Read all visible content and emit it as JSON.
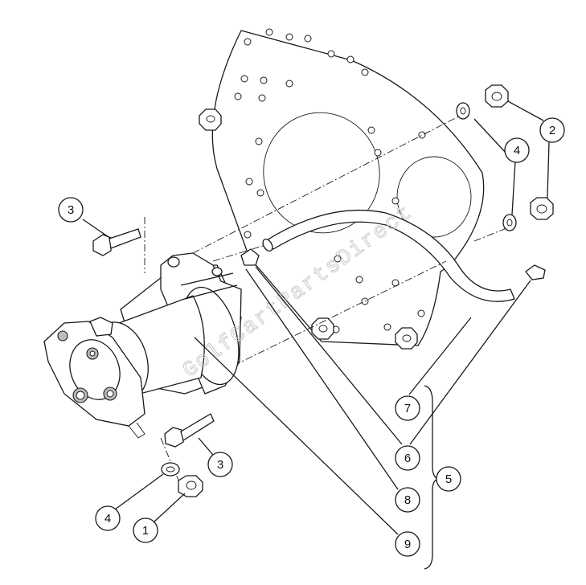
{
  "diagram": {
    "watermark": "GolfCartPartsDirect",
    "callouts": [
      {
        "id": "c1",
        "label": "1"
      },
      {
        "id": "c2",
        "label": "2"
      },
      {
        "id": "c3a",
        "label": "3"
      },
      {
        "id": "c3b",
        "label": "3"
      },
      {
        "id": "c4a",
        "label": "4"
      },
      {
        "id": "c4b",
        "label": "4"
      },
      {
        "id": "c5",
        "label": "5"
      },
      {
        "id": "c6",
        "label": "6"
      },
      {
        "id": "c7",
        "label": "7"
      },
      {
        "id": "c8",
        "label": "8"
      },
      {
        "id": "c9",
        "label": "9"
      }
    ]
  }
}
